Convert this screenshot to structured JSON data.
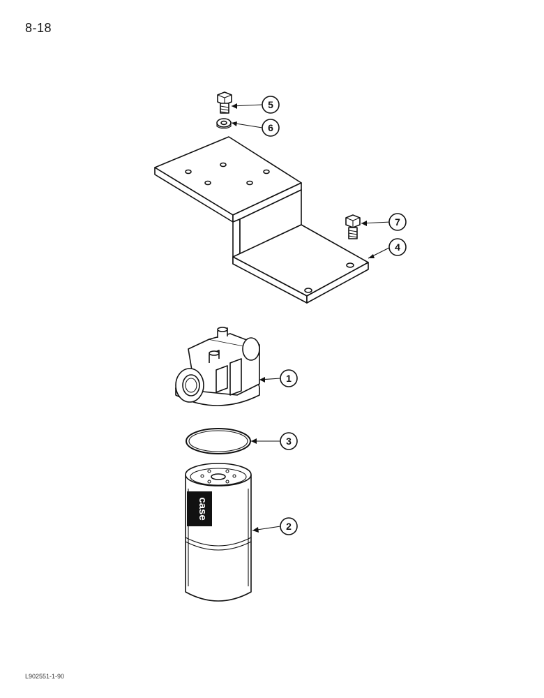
{
  "page": {
    "page_number": "8-18",
    "figure_code": "L902551-1-90"
  },
  "callouts": [
    {
      "id": "callout-5",
      "label": "5"
    },
    {
      "id": "callout-6",
      "label": "6"
    },
    {
      "id": "callout-7",
      "label": "7"
    },
    {
      "id": "callout-4",
      "label": "4"
    },
    {
      "id": "callout-1",
      "label": "1"
    },
    {
      "id": "callout-3",
      "label": "3"
    },
    {
      "id": "callout-2",
      "label": "2"
    }
  ],
  "filter_brand": "case"
}
